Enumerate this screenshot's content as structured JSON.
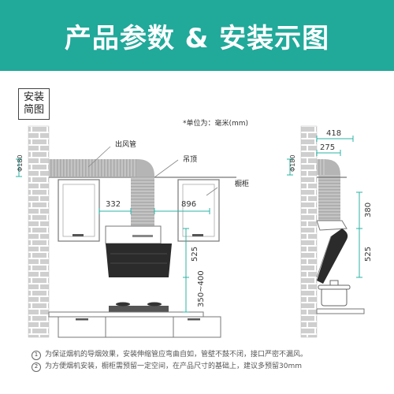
{
  "banner": {
    "title": "产品参数 & 安装示图"
  },
  "install_label": {
    "line1": "安装",
    "line2": "简图"
  },
  "unit_note": "*单位为：毫米(mm)",
  "labels": {
    "exhaust_pipe": "出风管",
    "ceiling": "吊顶",
    "cabinet": "橱柜",
    "dim_332": "332",
    "dim_896": "896",
    "dim_525_front": "525",
    "dim_350_400": "350~400",
    "dim_phi180_front": "Φ180",
    "dim_418": "418",
    "dim_275": "275",
    "dim_380": "380",
    "dim_525_side": "525",
    "dim_phi180_side": "Φ180"
  },
  "notes": [
    {
      "num": "1",
      "text": "为保证烟机的导烟效果，安装伸缩管应弯曲自如，管壁不鼓不闭，接口严密不漏风。"
    },
    {
      "num": "2",
      "text": "为方便烟机安装，橱柜需预留一定空间，在产品尺寸的基础上，建议多预留30mm"
    }
  ],
  "colors": {
    "banner": "#21a99a",
    "brick": "#c9c9c9",
    "pipe": "#b9b9b9",
    "dimension": "#2bb3a5",
    "hood_dark": "#2b2b2b"
  }
}
